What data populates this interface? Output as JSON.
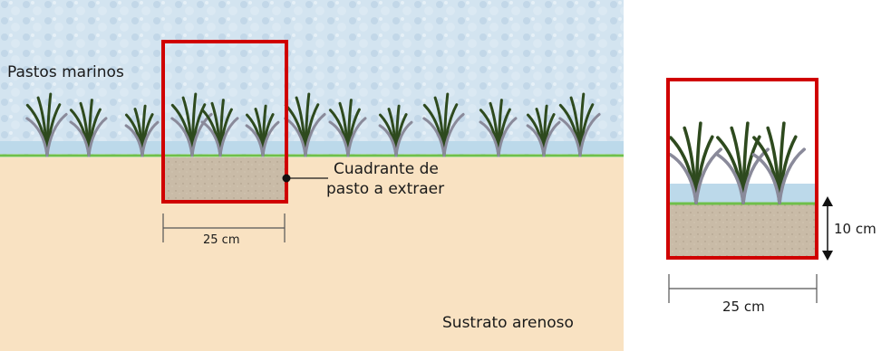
{
  "labels": {
    "seagrass": "Pastos marinos",
    "quadrat_line1": "Cuadrante de",
    "quadrat_line2": "pasto a extraer",
    "width_left": "25 cm",
    "substrate": "Sustrato arenoso",
    "width_right": "25 cm",
    "depth_right": "10 cm"
  },
  "colors": {
    "water": "#d3e4f0",
    "seabed_line": "#6fbf4a",
    "sand": "#f9e2c2",
    "core_sediment": "#c9bba7",
    "quadrat_frame": "#d00000",
    "seagrass_dark": "#2e4a1e",
    "seagrass_light": "#8a8a9a"
  }
}
